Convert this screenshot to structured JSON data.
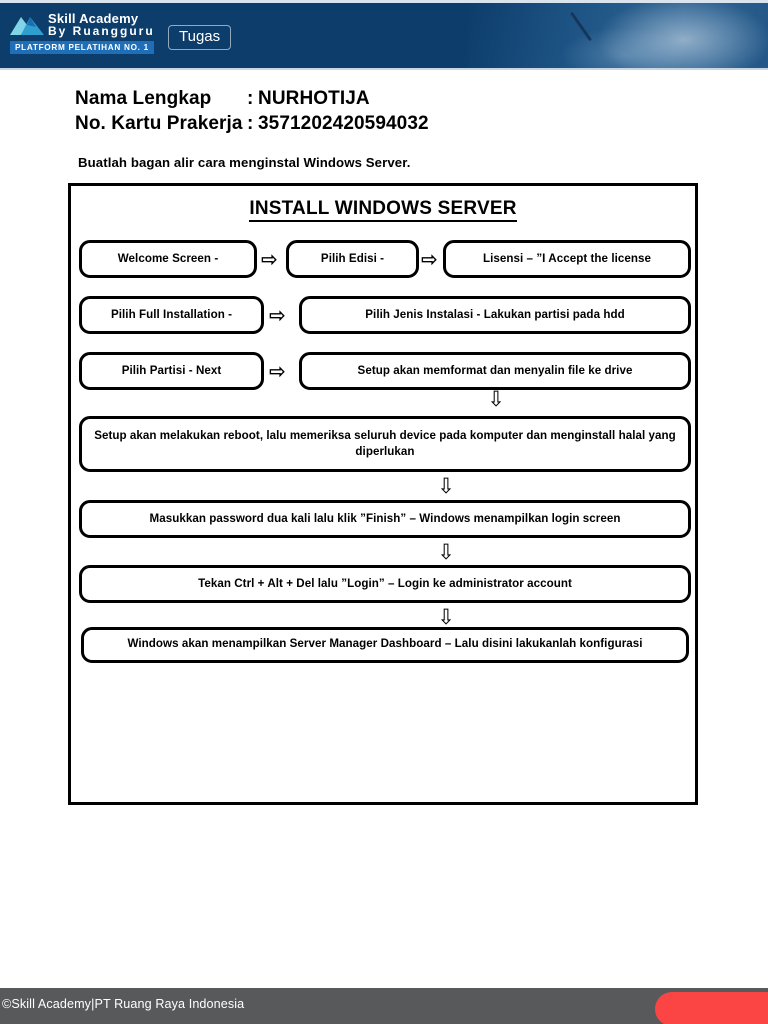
{
  "header": {
    "logo": {
      "line1": "Skill Academy",
      "line2": "By Ruangguru",
      "tagline": "PLATFORM PELATIHAN NO. 1",
      "mark_name": "skill-academy-logo-mark"
    },
    "tugas_label": "Tugas",
    "background_color": "#0d3d6b",
    "photo_description": "hand writing with pen"
  },
  "identity": {
    "name_label": "Nama Lengkap",
    "name_separator": ":",
    "name_value": "NURHOTIJA",
    "card_label": "No. Kartu Prakerja",
    "card_separator": ":",
    "card_value": "3571202420594032"
  },
  "instruction": "Buatlah bagan alir cara menginstal Windows Server.",
  "flowchart": {
    "title": "INSTALL WINDOWS SERVER",
    "arrow_right": "⇨",
    "arrow_down": "⇩",
    "nodes": {
      "r1c1": "Welcome Screen -",
      "r1c2": "Pilih Edisi -",
      "r1c3": "Lisensi – ”I Accept the license",
      "r2c1": "Pilih Full Installation -",
      "r2c2": "Pilih Jenis Instalasi  - Lakukan partisi pada hdd",
      "r3c1": "Pilih Partisi - Next",
      "r3c2": "Setup akan memformat dan menyalin file ke drive",
      "r4": "Setup akan melakukan reboot, lalu memeriksa seluruh device pada komputer dan menginstall halal yang diperlukan",
      "r5": "Masukkan password dua kali lalu klik ”Finish” – Windows menampilkan login screen",
      "r6": "Tekan Ctrl + Alt + Del lalu ”Login” – Login ke administrator account",
      "r7": "Windows akan menampilkan Server Manager Dashboard – Lalu disini lakukanlah konfigurasi"
    }
  },
  "footer": {
    "text": "©Skill Academy|PT Ruang Raya Indonesia",
    "background_color": "#58595b",
    "accent_color": "#fb4545"
  }
}
